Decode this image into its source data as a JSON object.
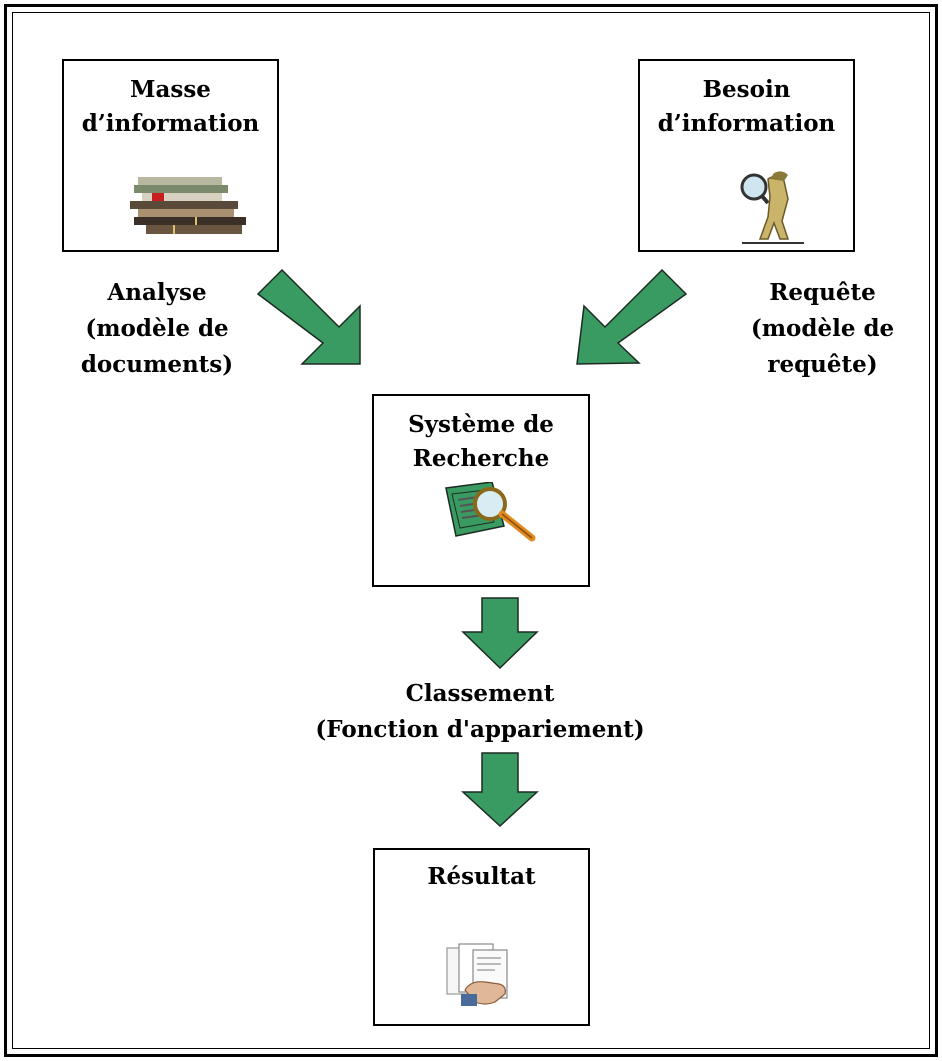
{
  "colors": {
    "arrow_fill": "#3a9b62",
    "arrow_stroke": "#1c2b22",
    "border": "#000000"
  },
  "boxes": {
    "masse": {
      "title": "Masse\nd’information",
      "icon": "books-icon"
    },
    "besoin": {
      "title": "Besoin\nd’information",
      "icon": "detective-magnifier-icon"
    },
    "systeme": {
      "title": "Système de\nRecherche",
      "icon": "document-magnifier-icon"
    },
    "resultat": {
      "title": "Résultat",
      "icon": "documents-hand-icon"
    }
  },
  "labels": {
    "analyse": "Analyse\n(modèle de\ndocuments)",
    "requete": "Requête\n(modèle de\nrequête)",
    "classement": "Classement\n(Fonction d'appariement)"
  }
}
